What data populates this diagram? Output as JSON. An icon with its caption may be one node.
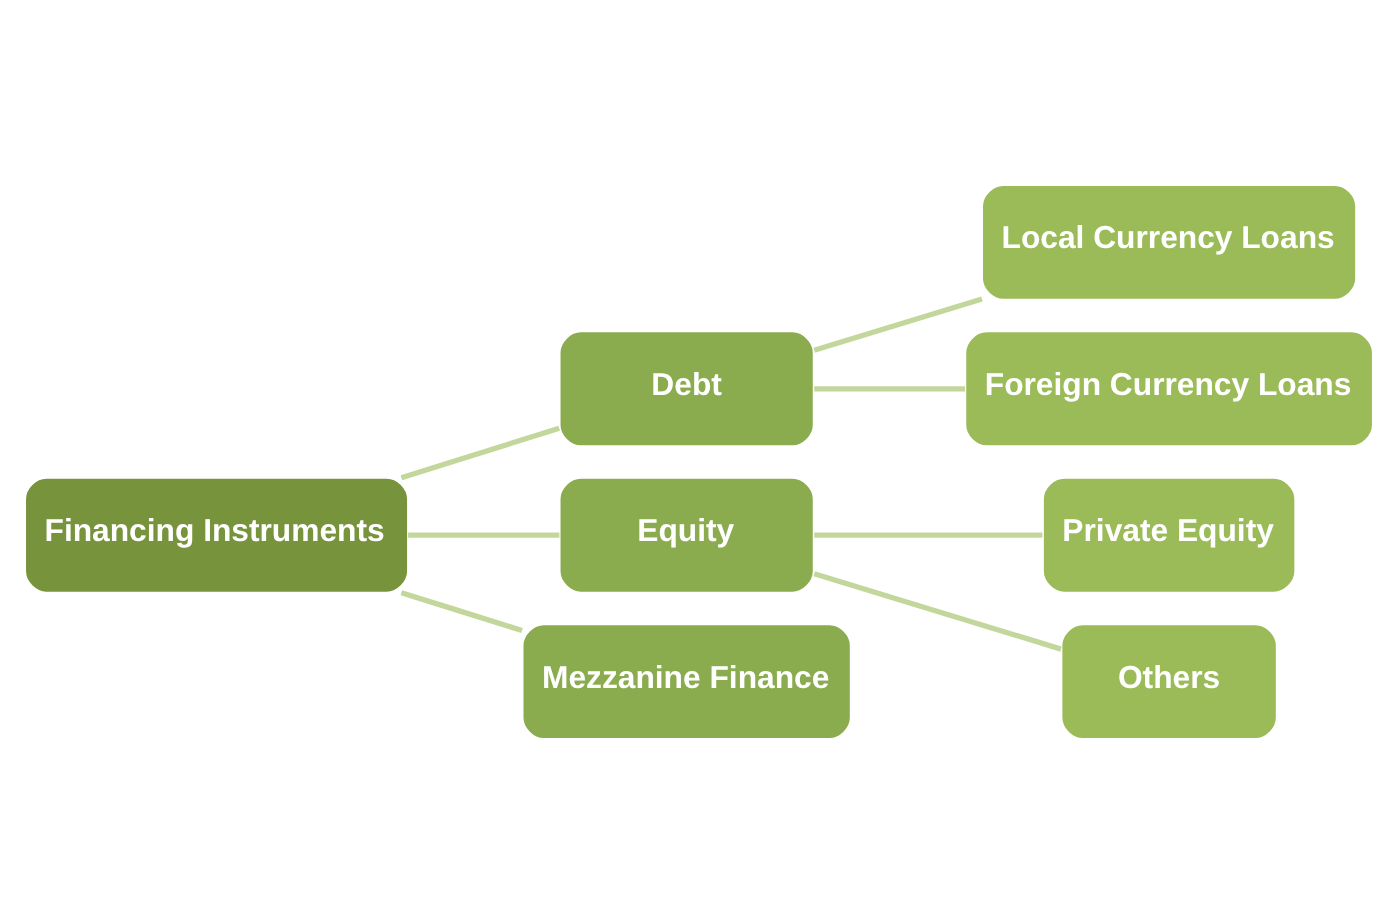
{
  "diagram": {
    "nodes": [
      {
        "text": [
          "Financing Instruments"
        ]
      },
      {
        "text": [
          "Debt"
        ]
      },
      {
        "text": [
          "Equity"
        ]
      },
      {
        "text": [
          "Mezzanine Finance"
        ]
      },
      {
        "text": [
          "Local Currency Loans"
        ]
      },
      {
        "text": [
          "Foreign Currency Loans"
        ]
      },
      {
        "text": [
          "Private Equity"
        ]
      },
      {
        "text": [
          "Others"
        ]
      }
    ],
    "edges": [
      {
        "from": 0,
        "to": 1,
        "arrow": "none"
      },
      {
        "from": 0,
        "to": 2,
        "arrow": "none"
      },
      {
        "from": 0,
        "to": 3,
        "arrow": "none"
      },
      {
        "from": 1,
        "to": 4,
        "arrow": "none"
      },
      {
        "from": 1,
        "to": 5,
        "arrow": "none"
      },
      {
        "from": 2,
        "to": 6,
        "arrow": "none"
      },
      {
        "from": 2,
        "to": 7,
        "arrow": "none"
      }
    ]
  }
}
